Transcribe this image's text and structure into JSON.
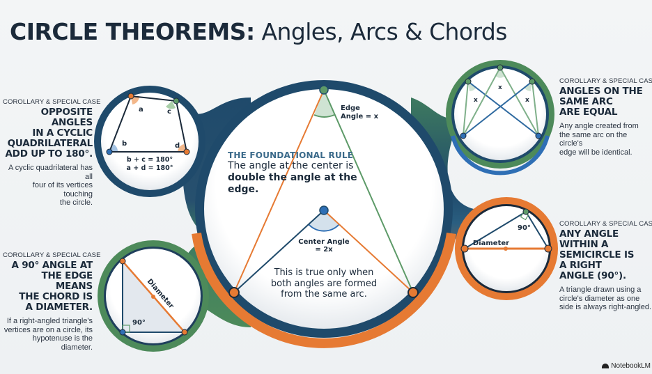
{
  "title": {
    "bold": "CIRCLE THEOREMS:",
    "light": " Angles, Arcs & Chords"
  },
  "center": {
    "edge_angle_label_1": "Edge",
    "edge_angle_label_2": "Angle = x",
    "rule_label": "THE FOUNDATIONAL RULE",
    "rule_text_1": "The angle at the center is",
    "rule_text_2": "double the angle at the",
    "rule_text_3": "edge.",
    "center_angle_label_1": "Center Angle",
    "center_angle_label_2": "= 2x",
    "caveat_1": "This is true only when",
    "caveat_2": "both angles are formed",
    "caveat_3": "from the same arc."
  },
  "panels": {
    "top_left": {
      "eyebrow": "COROLLARY & SPECIAL CASE",
      "headline": [
        "OPPOSITE ANGLES",
        "IN A CYCLIC",
        "QUADRILATERAL",
        "ADD UP TO 180°."
      ],
      "body": [
        "A cyclic quadrilateral has all",
        "four of its vertices touching",
        "the circle."
      ],
      "labels": {
        "a": "a",
        "b": "b",
        "c": "c",
        "d": "d",
        "eq1": "b + c = 180°",
        "eq2": "a + d = 180°"
      }
    },
    "bottom_left": {
      "eyebrow": "COROLLARY & SPECIAL CASE",
      "headline": [
        "A 90° ANGLE AT",
        "THE EDGE MEANS",
        "THE CHORD IS",
        "A DIAMETER."
      ],
      "body": [
        "If a right-angled triangle's",
        "vertices are on a circle, its",
        "hypotenuse is the diameter."
      ],
      "labels": {
        "diameter": "Diameter",
        "angle": "90°"
      }
    },
    "top_right": {
      "eyebrow": "COROLLARY & SPECIAL CASE",
      "headline": [
        "ANGLES ON THE",
        "SAME ARC",
        "ARE EQUAL"
      ],
      "body": [
        "Any angle created from",
        "the same arc on the circle's",
        "edge will be identical."
      ],
      "labels": {
        "x1": "x",
        "x2": "x",
        "x3": "x"
      }
    },
    "bottom_right": {
      "eyebrow": "COROLLARY & SPECIAL CASE",
      "headline": [
        "ANY ANGLE",
        "WITHIN A",
        "SEMICIRCLE IS",
        "A RIGHT",
        "ANGLE (90°)."
      ],
      "body": [
        "A triangle drawn using a",
        "circle's diameter as one",
        "side is always right-angled."
      ],
      "labels": {
        "diameter": "Diameter",
        "angle": "90°"
      }
    }
  },
  "colors": {
    "navy": "#1f4a6b",
    "dark": "#1b2a3a",
    "orange": "#e67a33",
    "green": "#5d9a68",
    "blue": "#2f6fb5",
    "background": "#f1f3f5"
  },
  "watermark": "NotebookLM"
}
